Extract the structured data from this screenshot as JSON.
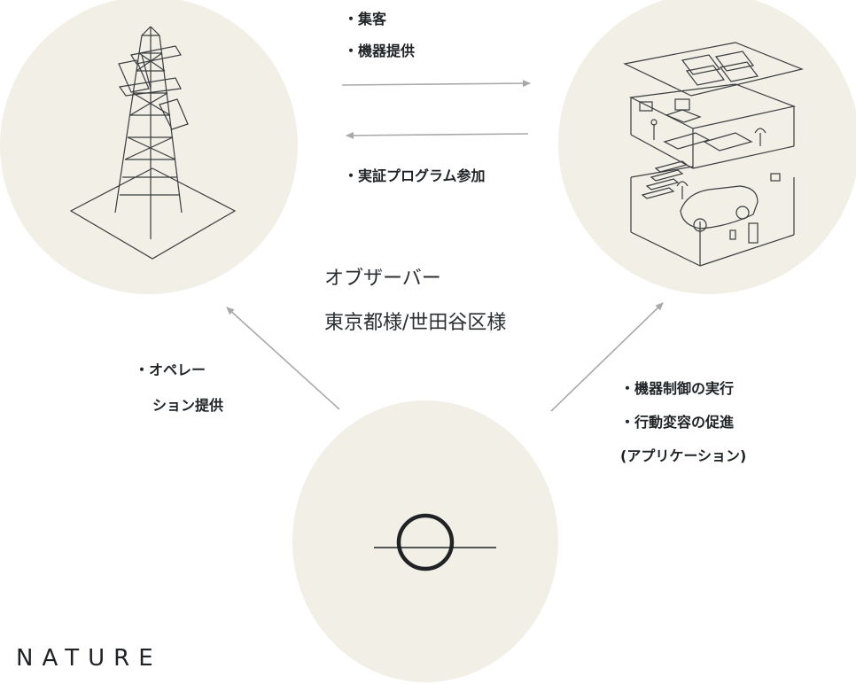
{
  "flows": {
    "to_home": [
      "・集客",
      "・機器提供"
    ],
    "to_grid": "・実証プログラム参加",
    "nature_to_grid": [
      "・オペレー",
      "ション提供"
    ],
    "nature_to_home": [
      "・機器制御の実行",
      "・行動変容の促進",
      "(アプリケーション)"
    ]
  },
  "observer": {
    "line1": "オブザーバー",
    "line2": "東京都様/世田谷区様"
  },
  "brand": "NATURE",
  "colors": {
    "circle_fill": "#f1efe6",
    "arrow": "#a9a9a9",
    "line_art": "#3a3d40"
  },
  "icons": {
    "grid": "power-tower-icon",
    "home": "house-cutaway-icon",
    "nature": "nature-logo-icon"
  }
}
